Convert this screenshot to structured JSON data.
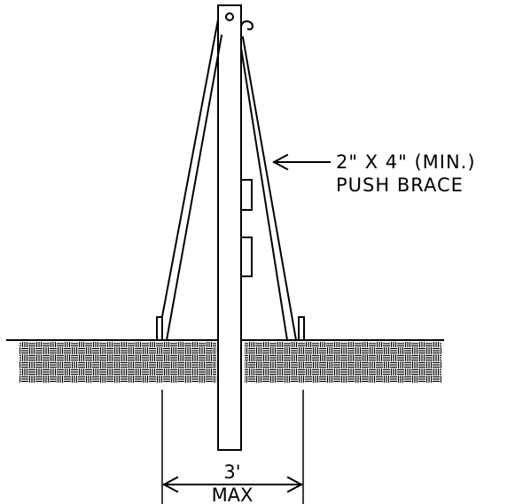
{
  "callout": {
    "line1": "2\" X 4\" (MIN.)",
    "line2": "PUSH BRACE"
  },
  "dimension": {
    "value": "3'",
    "qualifier": "MAX"
  }
}
